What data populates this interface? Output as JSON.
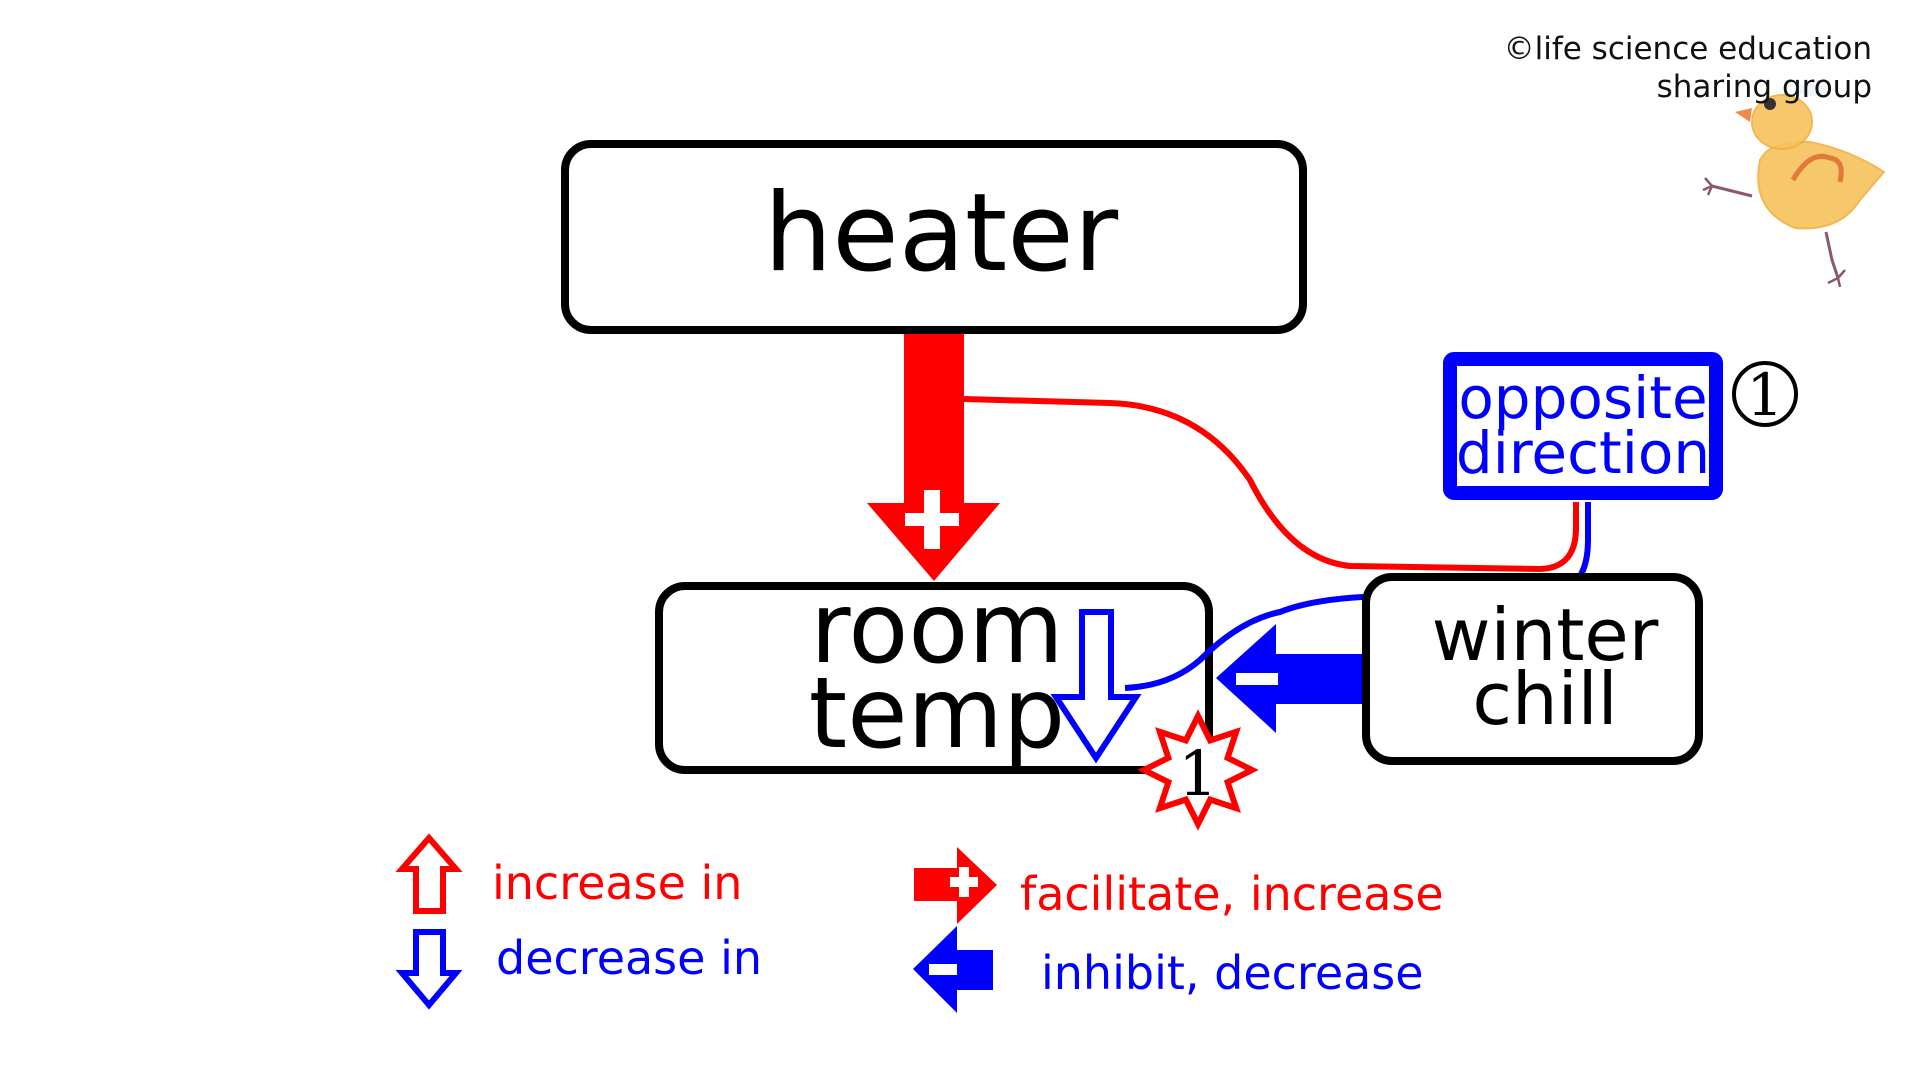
{
  "copyright": {
    "line1": "©life science education",
    "line2": "sharing group"
  },
  "colors": {
    "increase": "#ff0000",
    "decrease": "#0000ff",
    "box_border": "#000000",
    "chick_body": "#f7c35c",
    "chick_wing": "#e0793a"
  },
  "nodes": {
    "heater": {
      "label": "heater"
    },
    "room_temp": {
      "line1": "room",
      "line2": "temp"
    },
    "winter_chill": {
      "line1": "winter",
      "line2": "chill"
    }
  },
  "annotation": {
    "line1": "opposite",
    "line2": "direction",
    "number_marker": "①"
  },
  "badge": {
    "label": "1"
  },
  "edges": [
    {
      "from": "heater",
      "to": "room_temp",
      "type": "facilitate",
      "sign": "+"
    },
    {
      "from": "winter_chill",
      "to": "room_temp",
      "type": "inhibit",
      "sign": "-"
    }
  ],
  "state": {
    "room_temp": "decrease"
  },
  "legend": {
    "increase_in": "increase in",
    "decrease_in": "decrease in",
    "facilitate": "facilitate, increase",
    "inhibit": "inhibit, decrease"
  },
  "mascot": "chick-illustration"
}
